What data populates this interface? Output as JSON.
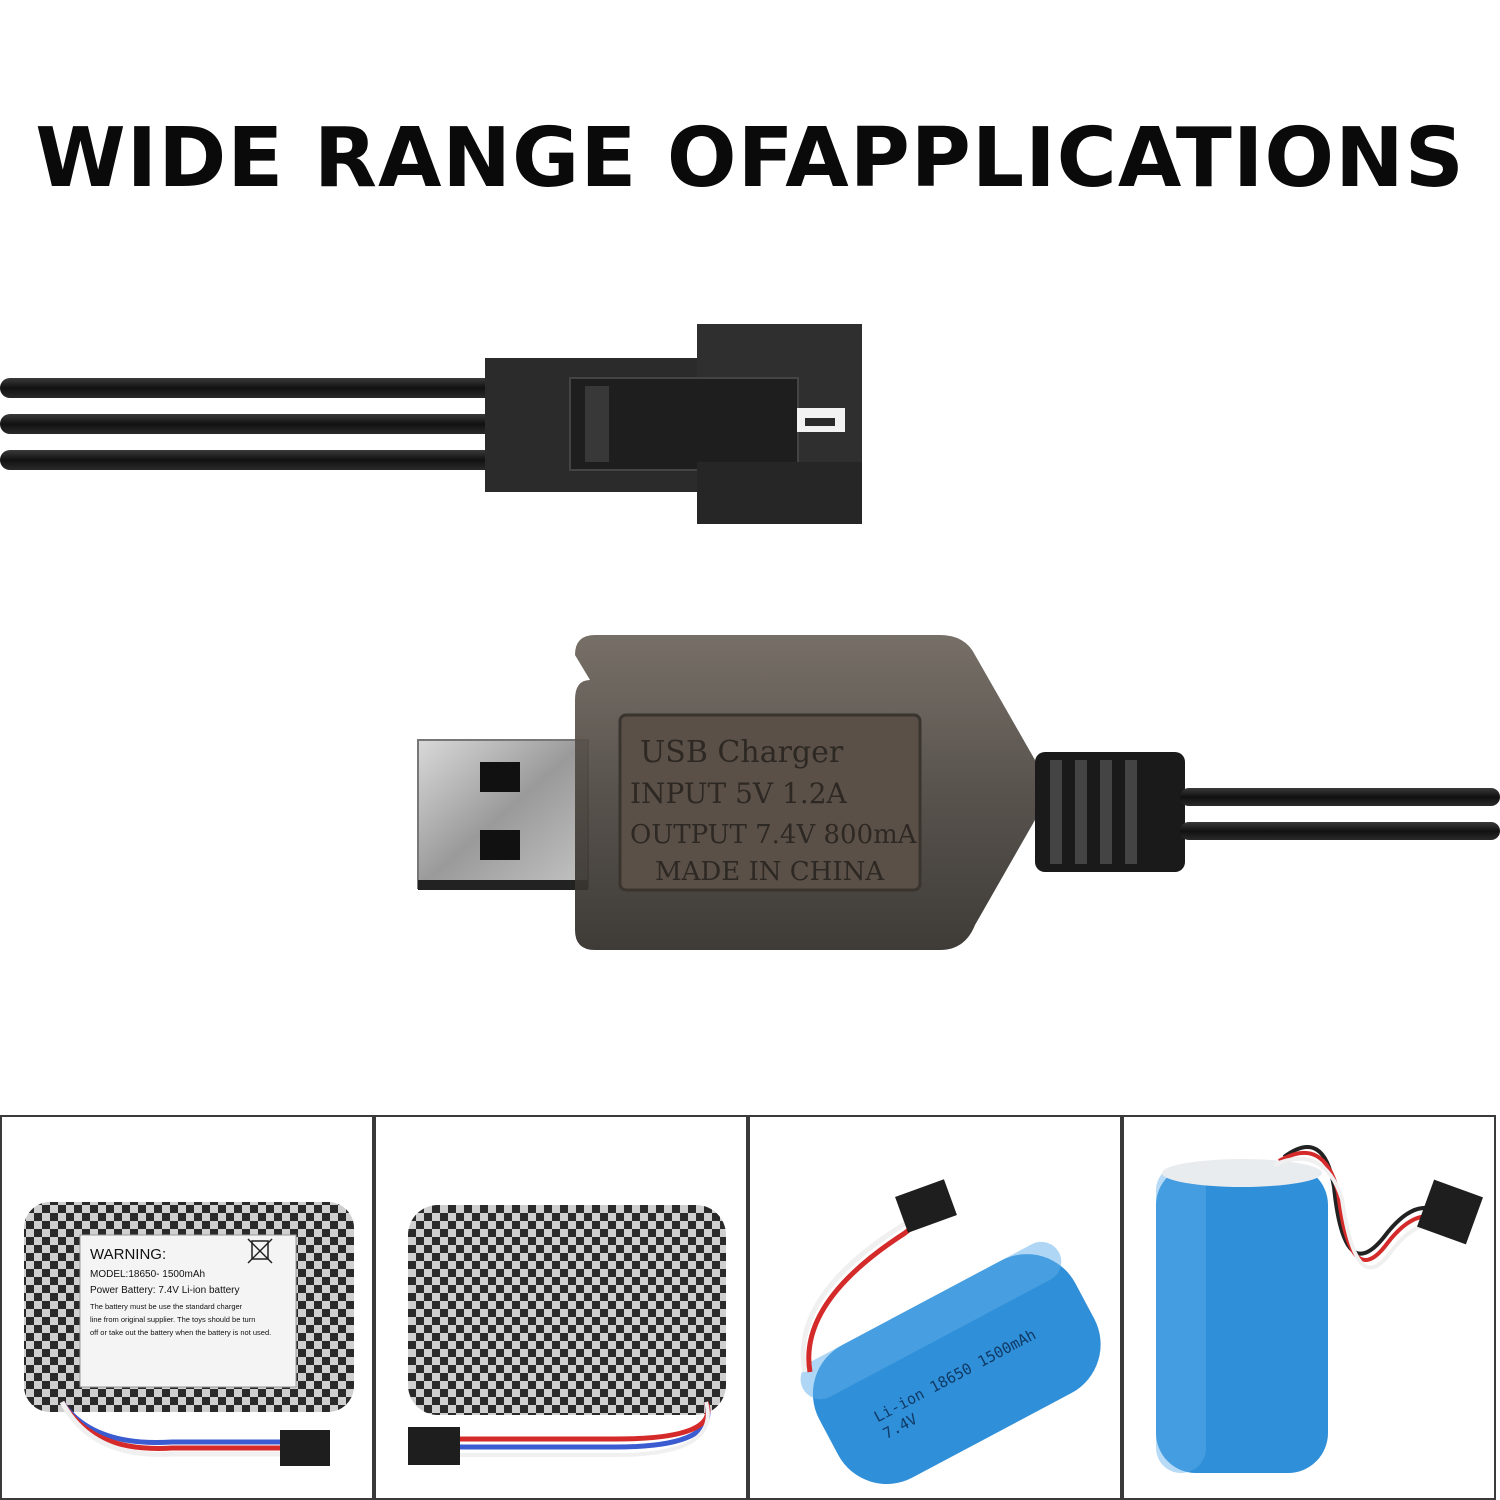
{
  "headline": "WIDE RANGE OFAPPLICATIONS",
  "usb_label": {
    "line1": "USB Charger",
    "line2": "INPUT 5V 1.2A",
    "line3": "OUTPUT 7.4V 800mA",
    "line4": "MADE IN CHINA"
  },
  "panels": [
    {
      "warning_title": "WARNING:",
      "model": "MODEL:18650- 1500mAh",
      "power": "Power Battery: 7.4V Li-ion battery",
      "note1": "The battery must be use the standard charger",
      "note2": "line from original supplier. The toys should be turn",
      "note3": "off or take out the battery when the battery is not used."
    },
    {},
    {
      "label_line1": "Li-ion 18650 1500mAh",
      "label_line2": "7.4V"
    },
    {}
  ],
  "colors": {
    "cable": "#1a1a1a",
    "connector": "#2b2b2b",
    "battery_blue": "#2f8fd8",
    "wire_red": "#d42a2a",
    "wire_blue": "#3b5bd1",
    "wire_white": "#f0f0f0"
  }
}
